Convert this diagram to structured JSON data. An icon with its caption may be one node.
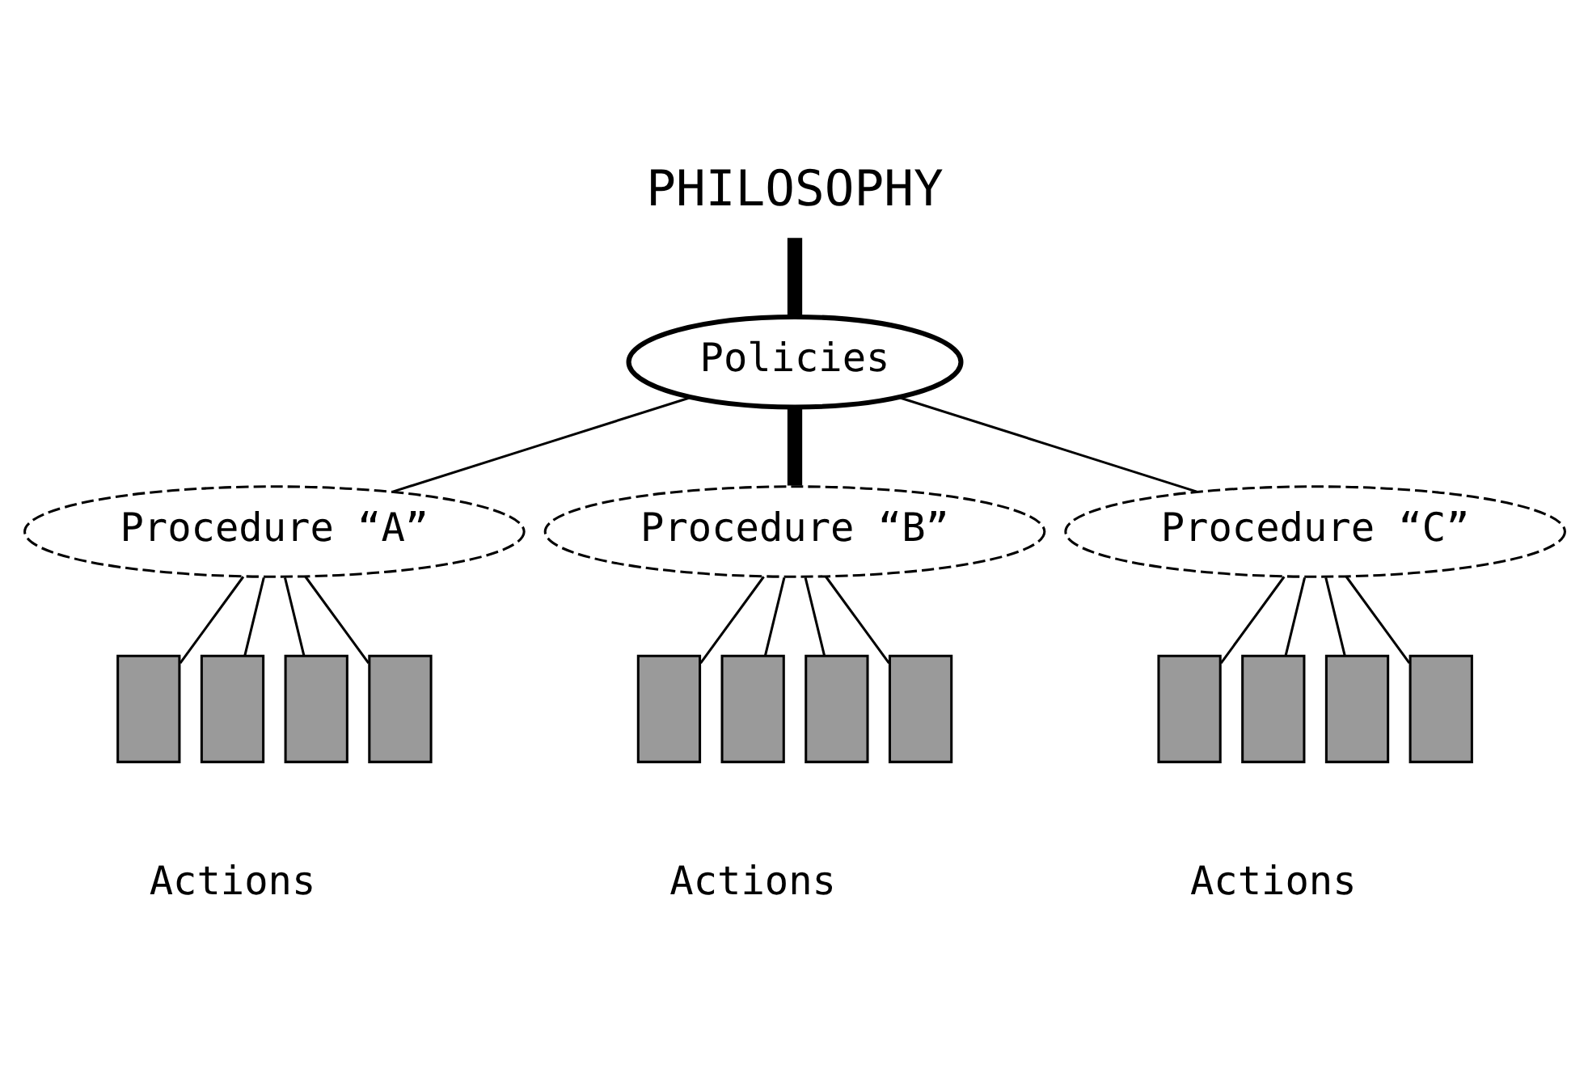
{
  "diagram": {
    "nodes": [
      {
        "text": [
          "PHILOSOPHY"
        ]
      },
      {
        "text": [
          "Policies"
        ]
      },
      {
        "text": [
          "Procedure “A”"
        ]
      },
      {
        "text": [
          "Procedure “B”"
        ]
      },
      {
        "text": [
          "Procedure “C”"
        ]
      },
      {
        "text": [],
        "shape": "box"
      },
      {
        "text": [],
        "shape": "box"
      },
      {
        "text": [],
        "shape": "box"
      },
      {
        "text": [],
        "shape": "box"
      },
      {
        "text": [],
        "shape": "box"
      },
      {
        "text": [],
        "shape": "box"
      },
      {
        "text": [],
        "shape": "box"
      },
      {
        "text": [],
        "shape": "box"
      },
      {
        "text": [],
        "shape": "box"
      },
      {
        "text": [],
        "shape": "box"
      },
      {
        "text": [],
        "shape": "box"
      },
      {
        "text": [],
        "shape": "box"
      }
    ],
    "edges": [
      {
        "from": 0,
        "to": 1,
        "arrow": "none",
        "style": "thick"
      },
      {
        "from": 1,
        "to": 2,
        "arrow": "none"
      },
      {
        "from": 1,
        "to": 3,
        "arrow": "none",
        "style": "thick"
      },
      {
        "from": 1,
        "to": 4,
        "arrow": "none"
      },
      {
        "from": 2,
        "to": 5,
        "arrow": "none"
      },
      {
        "from": 2,
        "to": 6,
        "arrow": "none"
      },
      {
        "from": 2,
        "to": 7,
        "arrow": "none"
      },
      {
        "from": 2,
        "to": 8,
        "arrow": "none"
      },
      {
        "from": 3,
        "to": 9,
        "arrow": "none"
      },
      {
        "from": 3,
        "to": 10,
        "arrow": "none"
      },
      {
        "from": 3,
        "to": 11,
        "arrow": "none"
      },
      {
        "from": 3,
        "to": 12,
        "arrow": "none"
      },
      {
        "from": 4,
        "to": 13,
        "arrow": "none"
      },
      {
        "from": 4,
        "to": 14,
        "arrow": "none"
      },
      {
        "from": 4,
        "to": 15,
        "arrow": "none"
      },
      {
        "from": 4,
        "to": 16,
        "arrow": "none"
      }
    ],
    "labels": [
      "Actions",
      "Actions",
      "Actions"
    ]
  }
}
